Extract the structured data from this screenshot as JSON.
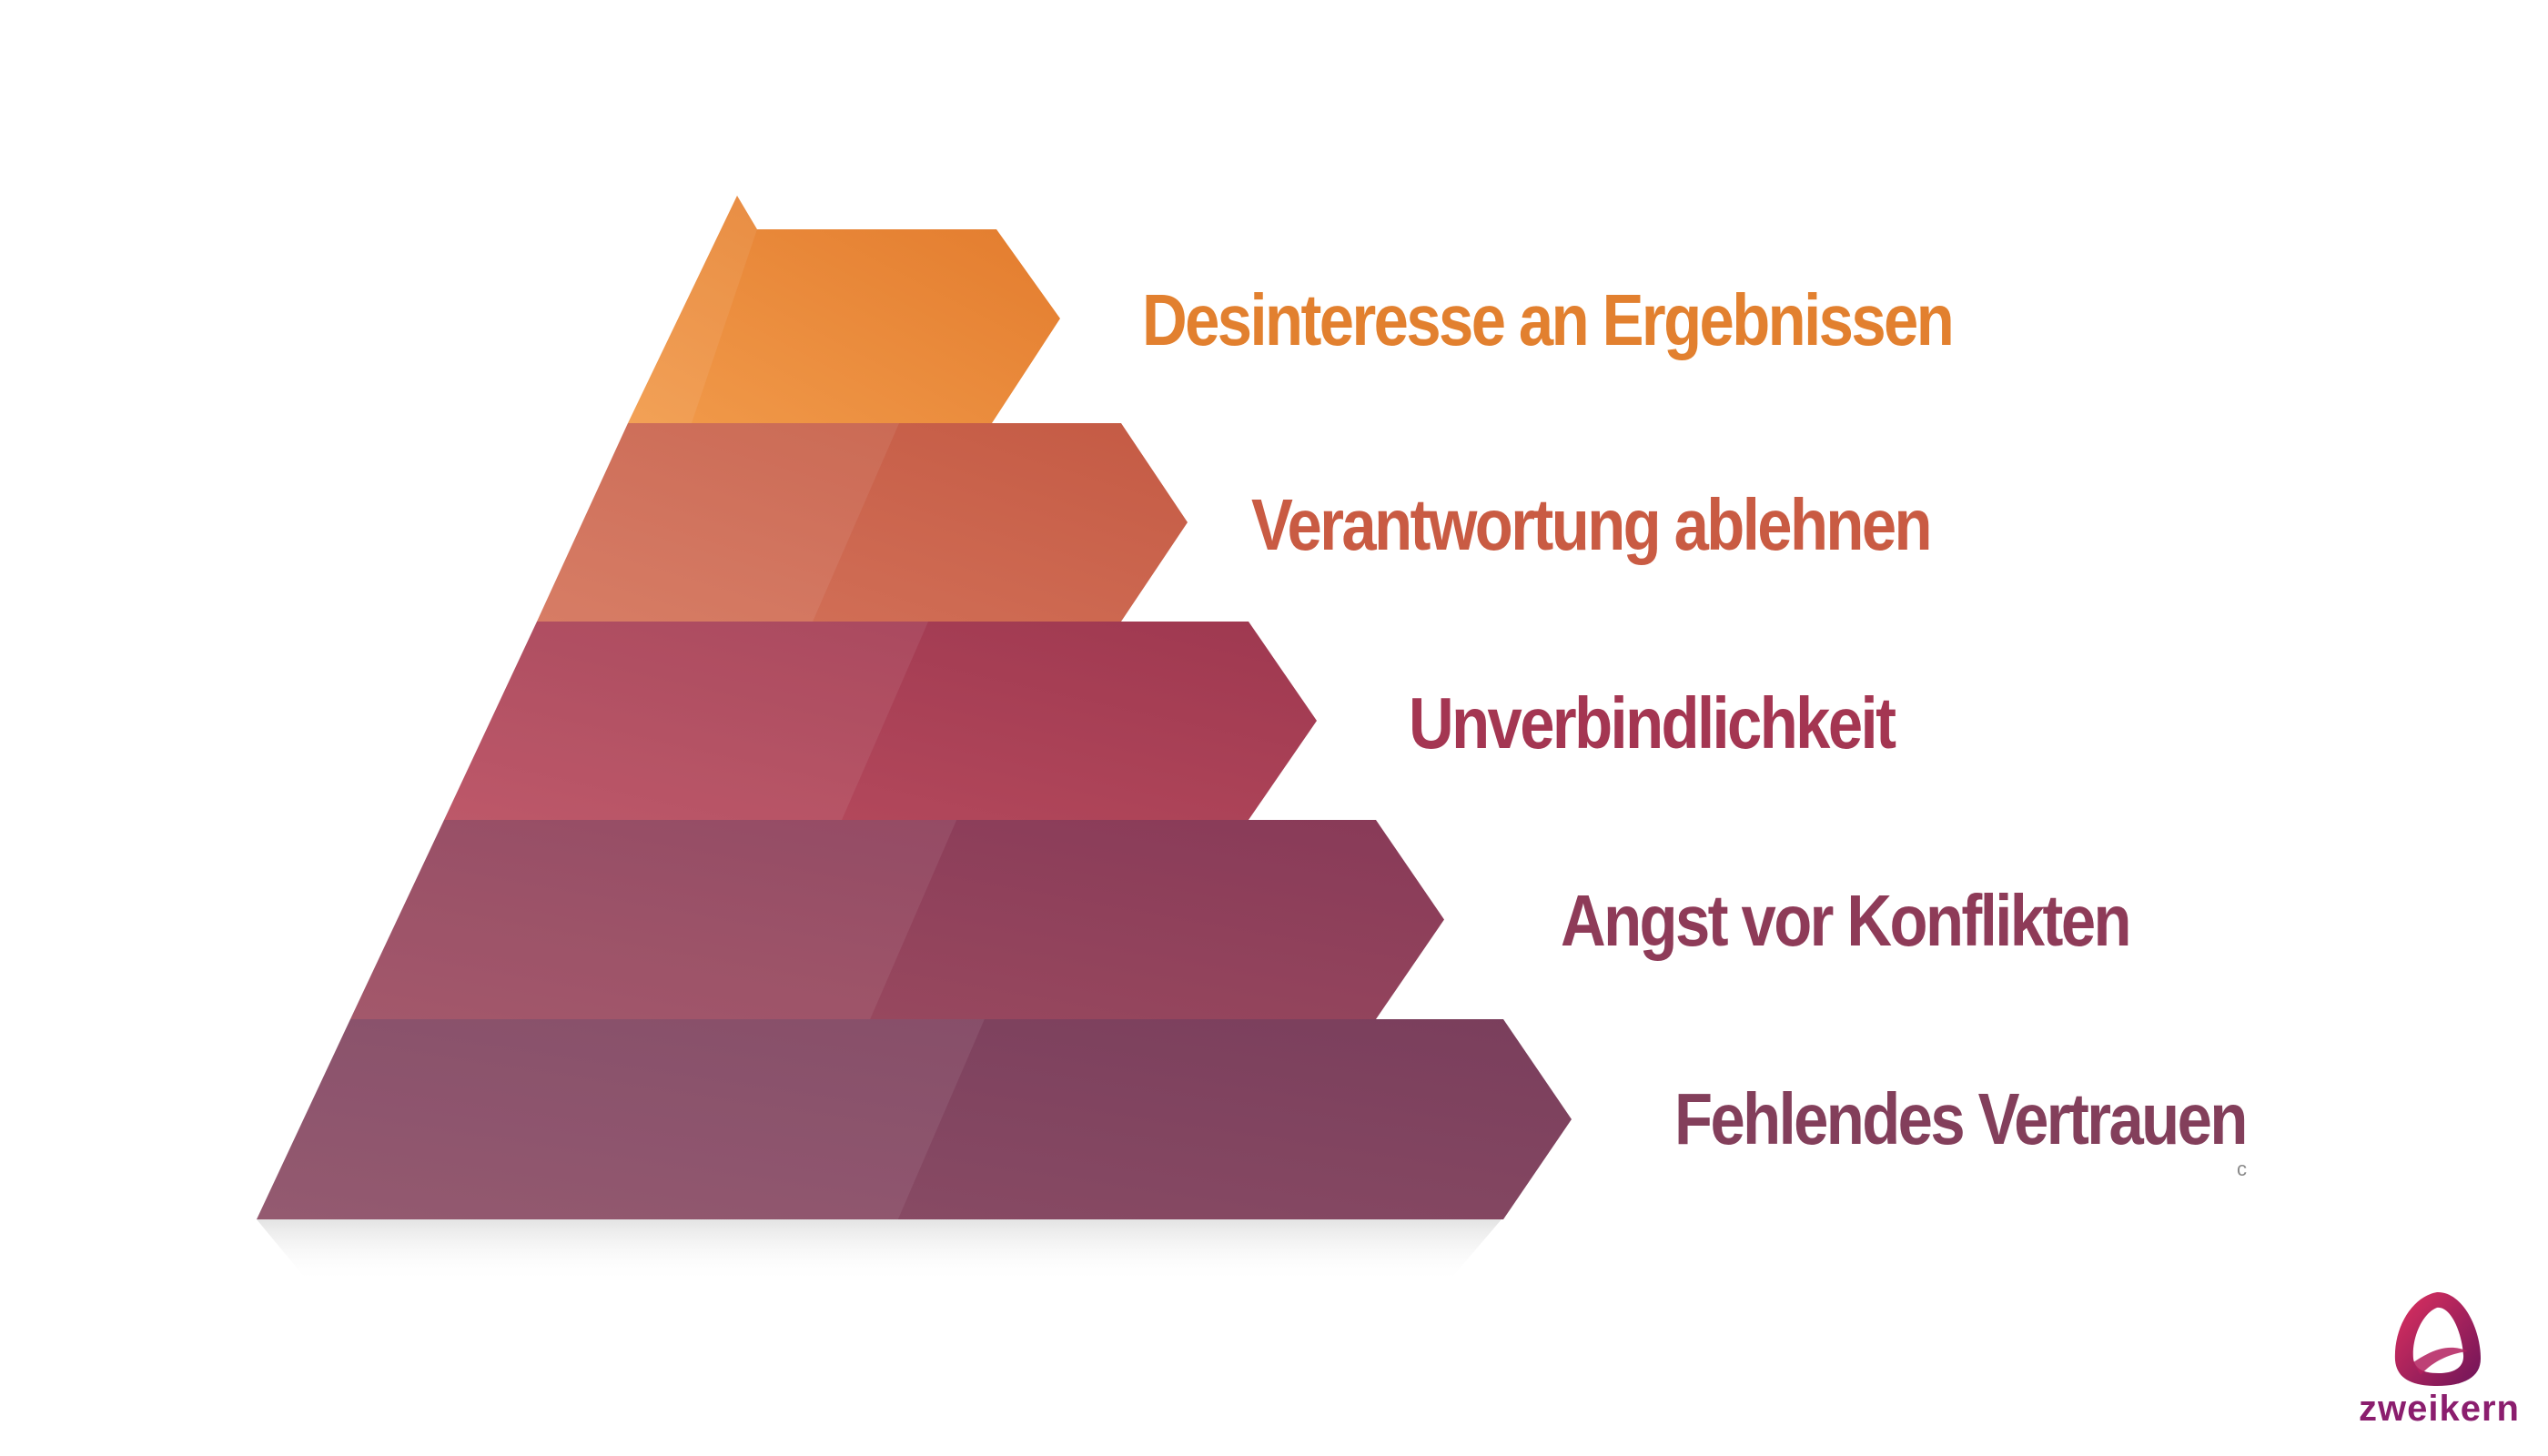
{
  "pyramid": {
    "levels": [
      {
        "label": "Desinteresse an Ergebnissen",
        "color": "#E27A2C",
        "light": "#F19A4A",
        "text_color": "#E2802F"
      },
      {
        "label": "Verantwortung ablehnen",
        "color": "#C45A44",
        "light": "#D4735A",
        "text_color": "#C95B43"
      },
      {
        "label": "Unverbindlichkeit",
        "color": "#9E3850",
        "light": "#B84C5E",
        "text_color": "#A43652"
      },
      {
        "label": "Angst vor Konflikten",
        "color": "#883A58",
        "light": "#9C4C60",
        "text_color": "#8E3B58"
      },
      {
        "label": "Fehlendes Vertrauen",
        "color": "#7A3E5C",
        "light": "#8C4E66",
        "text_color": "#833F5B"
      }
    ]
  },
  "stray_mark": "c",
  "logo": {
    "word": "zweikern",
    "colors": {
      "primary": "#8B1E6E",
      "accent": "#E0315F"
    }
  }
}
